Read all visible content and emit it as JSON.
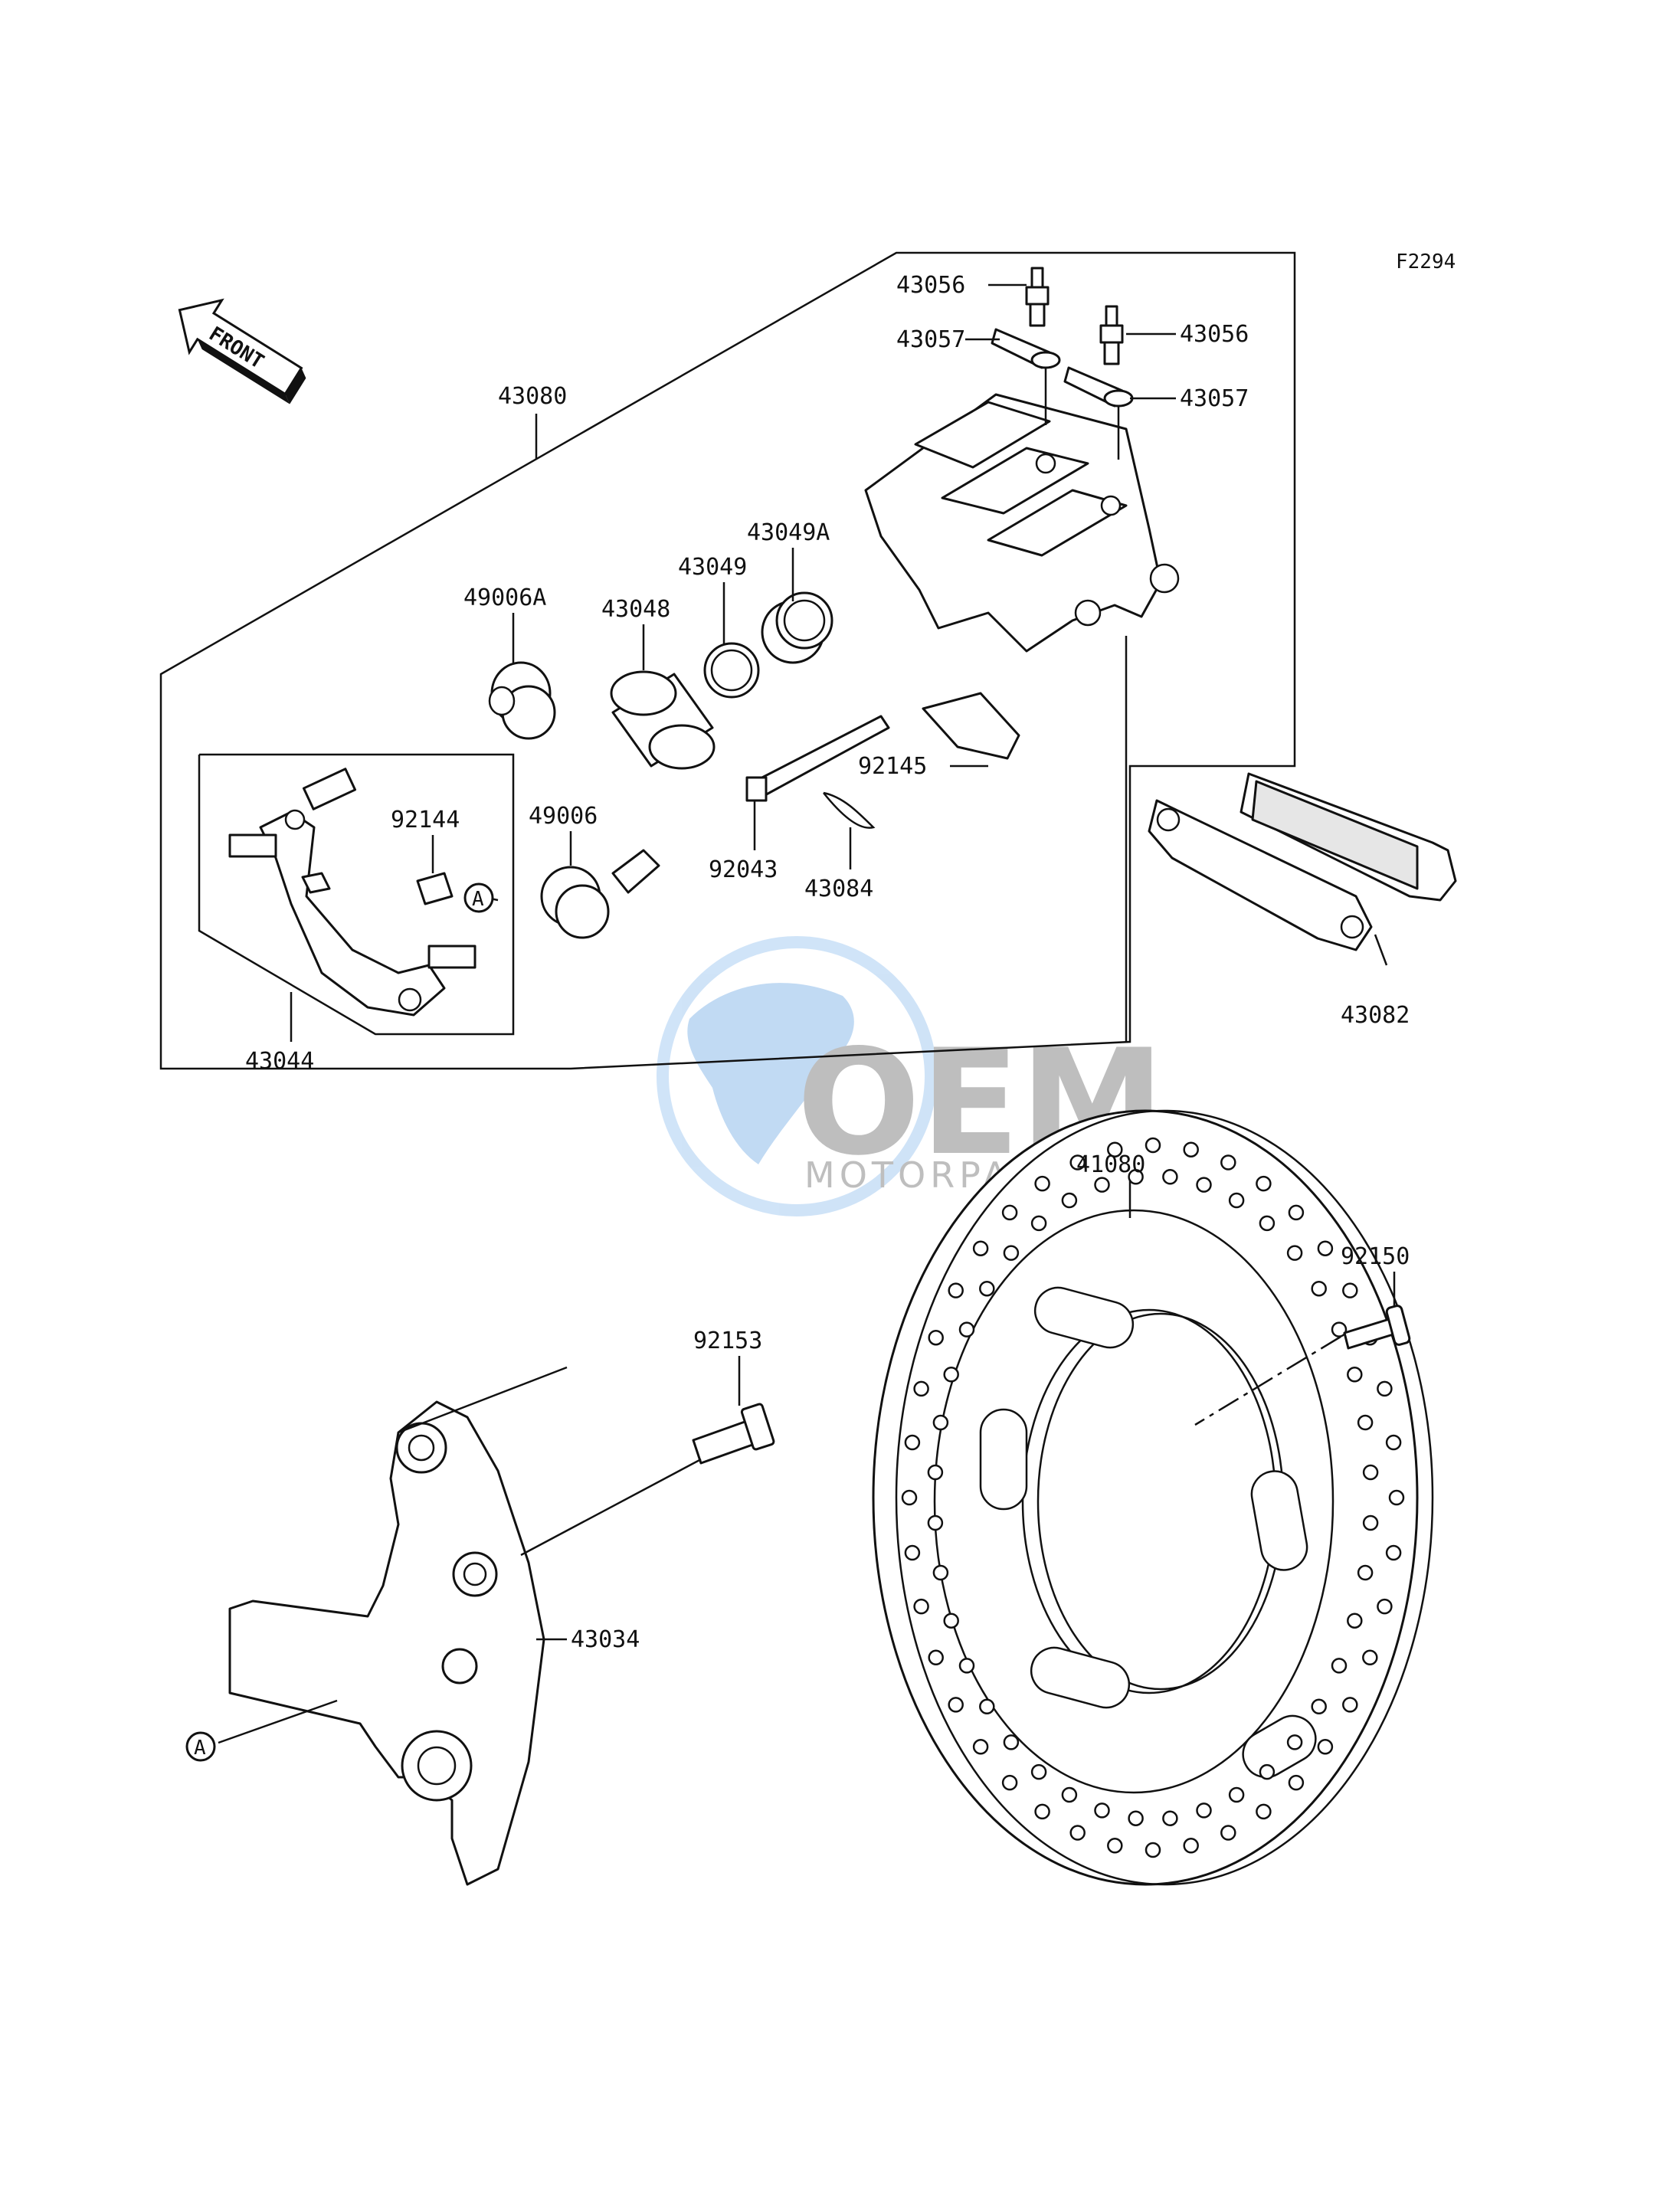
{
  "figure_code": "F2294",
  "front_arrow": {
    "text": "FRONT"
  },
  "watermark": {
    "brand": "OEM",
    "subtitle": "MOTORPARTS"
  },
  "ref_marker": "A",
  "labels": {
    "p43056a": "43056",
    "p43056b": "43056",
    "p43057a": "43057",
    "p43057b": "43057",
    "p43080": "43080",
    "p43049A": "43049A",
    "p43049": "43049",
    "p43048": "43048",
    "p49006A": "49006A",
    "p49006": "49006",
    "p92144": "92144",
    "p92145": "92145",
    "p92043": "92043",
    "p43084": "43084",
    "p43044": "43044",
    "p43082": "43082",
    "p41080": "41080",
    "p92150": "92150",
    "p92153": "92153",
    "p43034": "43034"
  },
  "colors": {
    "line": "#111111",
    "watermark_blue": "#7fb2e8",
    "watermark_gray": "#8a8a8a"
  }
}
